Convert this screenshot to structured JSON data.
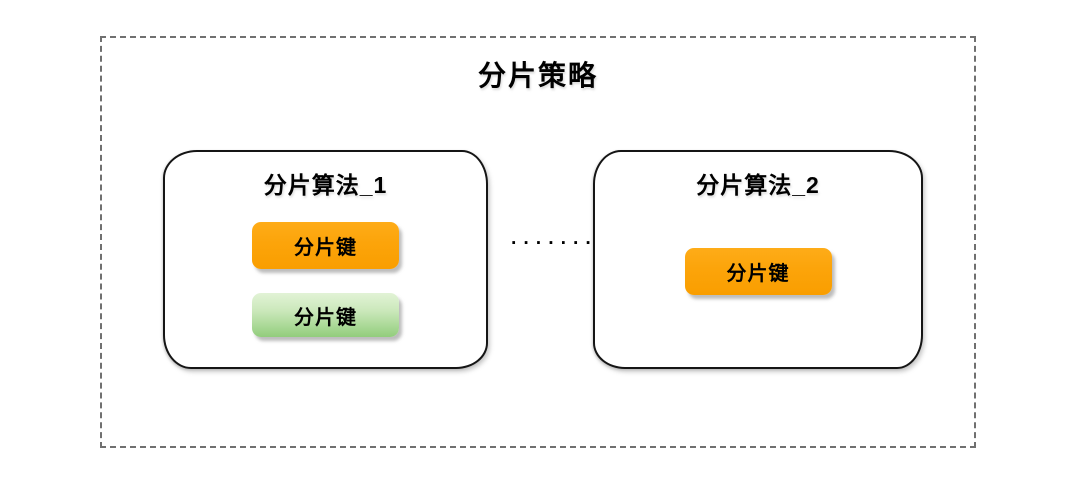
{
  "diagram": {
    "title": "分片策略",
    "separator": ".......",
    "algorithms": [
      {
        "label": "分片算法_1",
        "keys": [
          {
            "label": "分片键",
            "variant": "orange"
          },
          {
            "label": "分片键",
            "variant": "green"
          }
        ]
      },
      {
        "label": "分片算法_2",
        "keys": [
          {
            "label": "分片键",
            "variant": "orange"
          }
        ]
      }
    ],
    "colors": {
      "shard_key_orange": "#FCA40A",
      "shard_key_green_top": "#DCF0CF",
      "shard_key_green_bottom": "#92CD7C",
      "box_border": "#151515",
      "frame_border_dashed": "#707070",
      "text": "#000000",
      "background": "#FFFFFF"
    }
  }
}
